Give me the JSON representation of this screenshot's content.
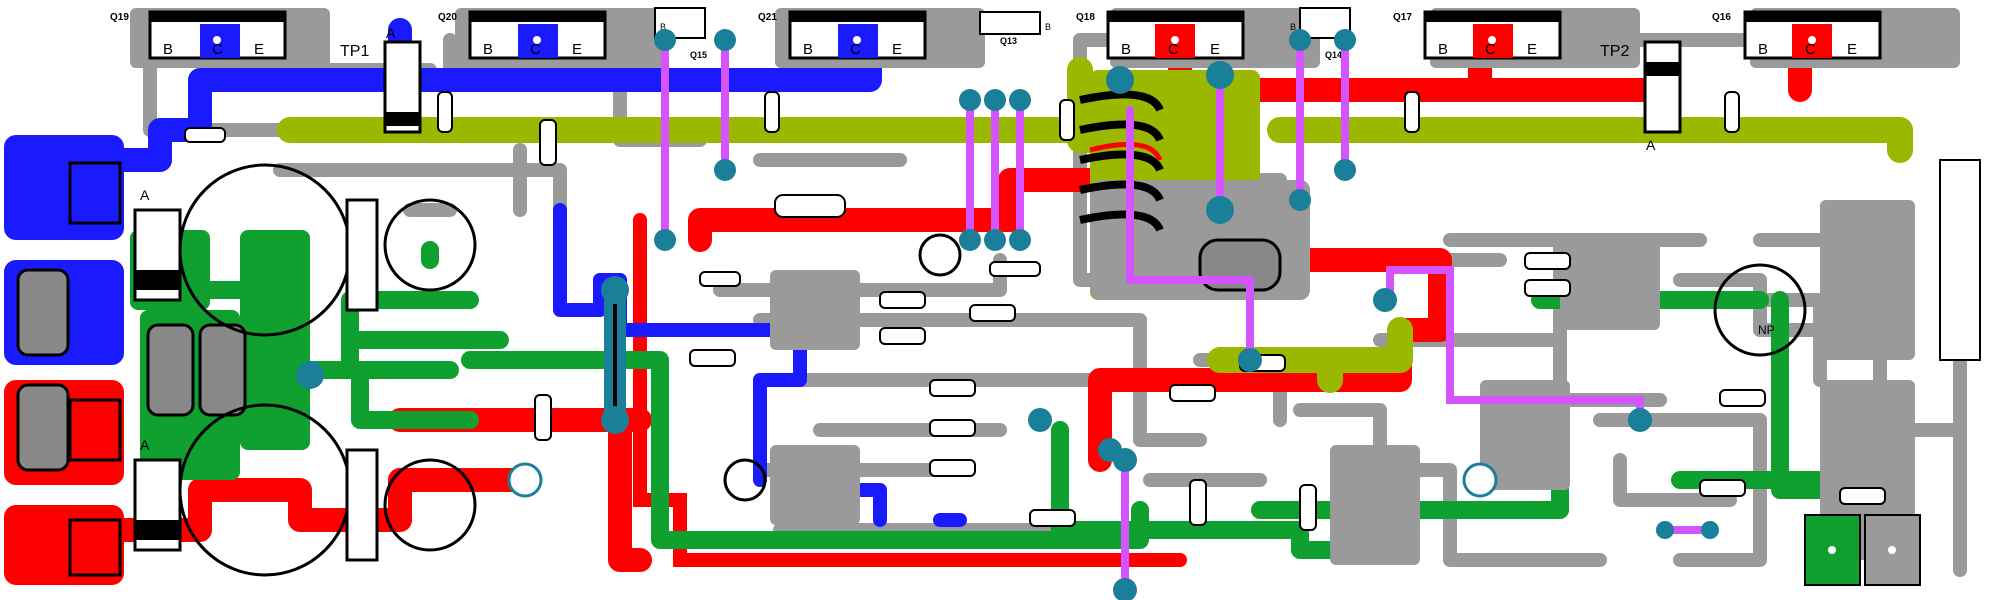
{
  "transistors": [
    {
      "ref": "Q19",
      "pins": [
        "B",
        "C",
        "E"
      ]
    },
    {
      "ref": "Q20",
      "pins": [
        "B",
        "C",
        "E"
      ]
    },
    {
      "ref": "Q21",
      "pins": [
        "B",
        "C",
        "E"
      ]
    },
    {
      "ref": "Q18",
      "pins": [
        "B",
        "C",
        "E"
      ]
    },
    {
      "ref": "Q17",
      "pins": [
        "B",
        "C",
        "E"
      ]
    },
    {
      "ref": "Q16",
      "pins": [
        "B",
        "C",
        "E"
      ]
    }
  ],
  "small_parts": [
    "Q15",
    "Q13",
    "Q14"
  ],
  "small_pin_letter": "B",
  "test_points": [
    "TP1",
    "TP2"
  ],
  "anode_mark": "A",
  "np_label": "NP",
  "colors": {
    "copper_gray": "#9a9a9a",
    "positive_rail": "#ff0000",
    "negative_rail": "#1a1aff",
    "ground": "#10a030",
    "output_bus": "#9ab800",
    "jumper": "#d455ff",
    "via": "#1a7f98"
  }
}
